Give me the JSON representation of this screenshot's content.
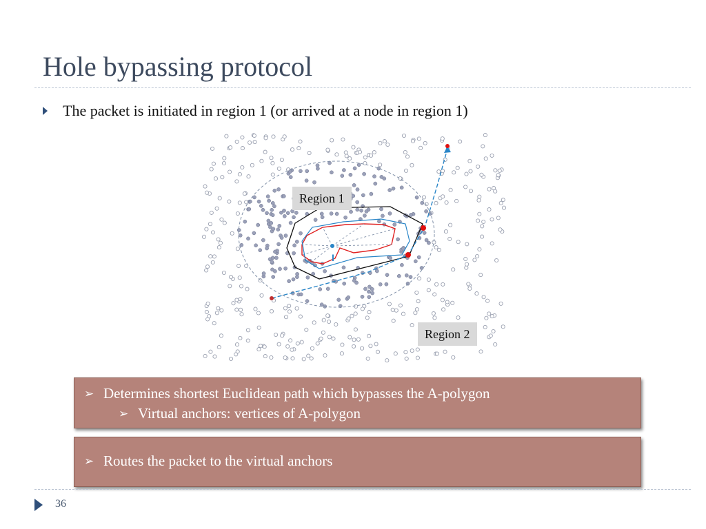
{
  "slide": {
    "title": "Hole bypassing protocol",
    "bullet": "The packet is initiated in region 1 (or arrived at a node in region 1)",
    "figure": {
      "region_labels": [
        "Region 1",
        "Region 2"
      ],
      "source_marker": "I",
      "colors": {
        "outer_node_stroke": "#9aa0b0",
        "inner_node_fill": "#9aa0b8",
        "polygon": "#000000",
        "hole_boundary": "#e02020",
        "route": "#2a86c8",
        "anchor": "#e01010",
        "dashed": "#8090a8"
      }
    },
    "callouts": [
      {
        "marker": "➢",
        "lines": [
          "Determines shortest Euclidean path which bypasses the A-polygon",
          "Virtual anchors: vertices of A-polygon"
        ]
      },
      {
        "marker": "➢",
        "lines": [
          "Routes the packet to the virtual anchors"
        ]
      }
    ],
    "page_number": "36",
    "colors": {
      "title": "#3d4a5e",
      "callout_fill": "#b5837a",
      "bullet_arrow": "#2f4f7a"
    }
  }
}
